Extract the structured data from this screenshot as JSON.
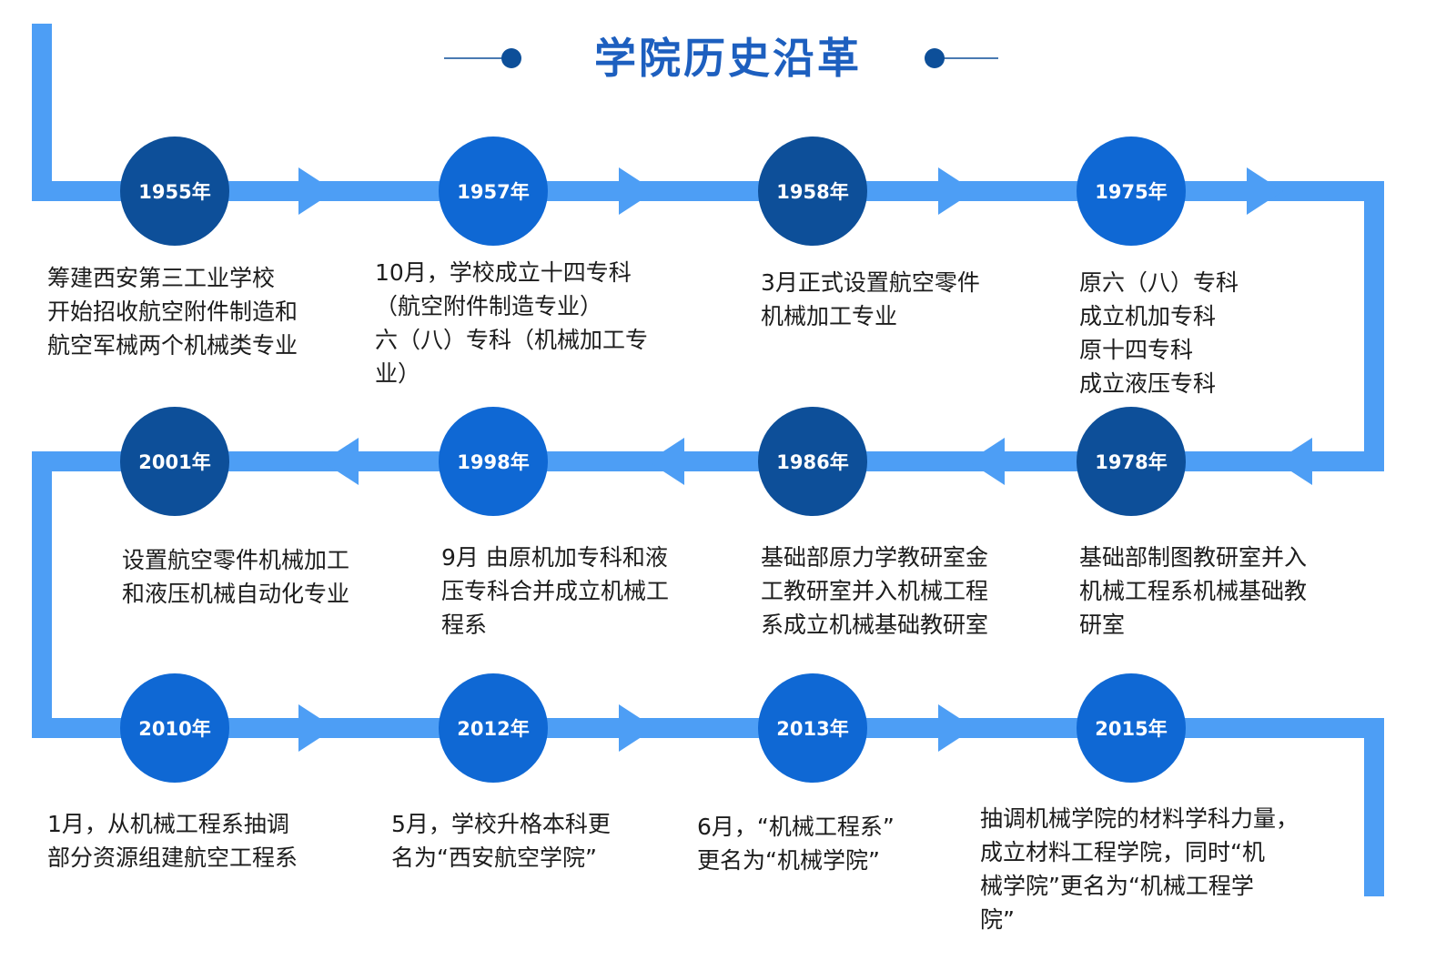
{
  "title": "学院历史沿革",
  "colors": {
    "track": "#4d9ef5",
    "node_dark": "#0d4f99",
    "node_bright": "#0f68d4",
    "title": "#1d5fbf",
    "title_ornament": "#0d4f99"
  },
  "rows": [
    {
      "direction": "right",
      "events": [
        {
          "year": "1955年",
          "text": "筹建西安第三工业学校\n开始招收航空附件制造和\n航空军械两个机械类专业"
        },
        {
          "year": "1957年",
          "text": "10月，学校成立十四专科\n（航空附件制造专业）\n六（八）专科（机械加工专\n业）"
        },
        {
          "year": "1958年",
          "text": "3月正式设置航空零件\n机械加工专业"
        },
        {
          "year": "1975年",
          "text": "原六（八）专科\n成立机加专科\n原十四专科\n成立液压专科"
        }
      ]
    },
    {
      "direction": "left",
      "events": [
        {
          "year": "1978年",
          "text": "设置航空零件机械加工\n和液压机械自动化专业"
        },
        {
          "year": "1986年",
          "text": "9月 由原机加专科和液\n压专科合并成立机械工\n程系"
        },
        {
          "year": "1998年",
          "text": "基础部原力学教研室金\n工教研室并入机械工程\n系成立机械基础教研室"
        },
        {
          "year": "2001年",
          "text": "基础部制图教研室并入\n机械工程系机械基础教\n研室"
        }
      ]
    },
    {
      "direction": "right",
      "events": [
        {
          "year": "2010年",
          "text": "1月，从机械工程系抽调\n部分资源组建航空工程系"
        },
        {
          "year": "2012年",
          "text": "5月，学校升格本科更\n名为“西安航空学院”"
        },
        {
          "year": "2013年",
          "text": "6月，“机械工程系”\n更名为“机械学院”"
        },
        {
          "year": "2015年",
          "text": "抽调机械学院的材料学科力量，\n成立材料工程学院，同时“机\n械学院”更名为“机械工程学\n院”"
        }
      ]
    }
  ]
}
